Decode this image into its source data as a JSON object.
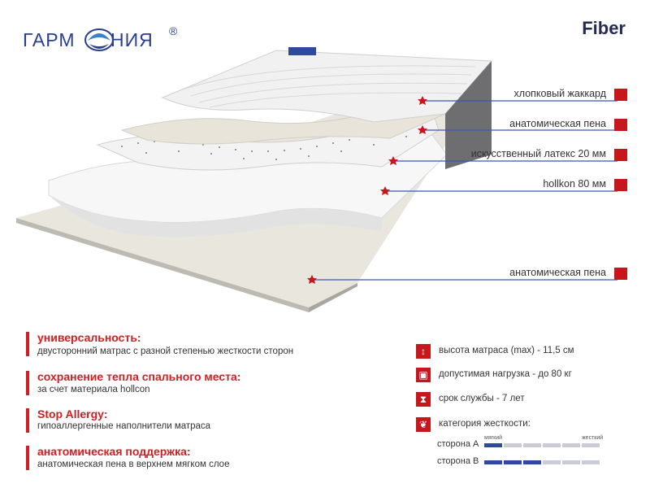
{
  "brand": {
    "name_left": "ГАРМ",
    "name_right": "НИЯ",
    "registered": "®"
  },
  "product_name": "Fiber",
  "layers": [
    {
      "label": "хлопковый жаккард"
    },
    {
      "label": "анатомическая пена"
    },
    {
      "label": "искусственный латекс 20 мм"
    },
    {
      "label": "hollkon 80 мм"
    },
    {
      "label": "анатомическая пена"
    }
  ],
  "features": [
    {
      "title": "универсальность:",
      "desc": "двусторонний матрас с разной степенью жесткости сторон"
    },
    {
      "title": "сохранение тепла спального места:",
      "desc": "за счет материала hollcon"
    },
    {
      "title": "Stop Allergy:",
      "desc": "гипоаллергенные наполнители матраса"
    },
    {
      "title": "анатомическая поддержка:",
      "desc": "анатомическая пена в верхнем мягком слое"
    }
  ],
  "specs": [
    {
      "icon": "height-arrows-icon",
      "text": "высота матраса (max) - 11,5 см"
    },
    {
      "icon": "weight-icon",
      "text": "допустимая нагрузка - до 80 кг"
    },
    {
      "icon": "hourglass-icon",
      "text": "срок службы - 7 лет"
    },
    {
      "icon": "leaf-icon",
      "text": "категория жесткости:"
    }
  ],
  "firmness": {
    "soft_label": "мягкий",
    "hard_label": "жесткий",
    "scale_steps": 6,
    "sides": [
      {
        "label": "сторона А",
        "level": 1
      },
      {
        "label": "сторона В",
        "level": 3
      }
    ]
  },
  "colors": {
    "accent_red": "#c8171c",
    "brand_blue": "#2b3f8f",
    "scale_on": "#2d4aa0",
    "scale_off": "#c9ccd6"
  }
}
